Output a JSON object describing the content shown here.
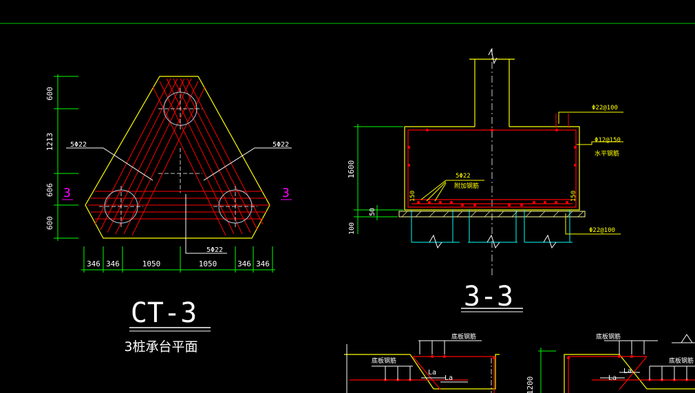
{
  "plan": {
    "dims_vertical": [
      "600",
      "1213",
      "606",
      "600"
    ],
    "dims_horizontal": [
      "346",
      "346",
      "1050",
      "1050",
      "346",
      "346"
    ],
    "rebar_left": "5Φ22",
    "rebar_right": "5Φ22",
    "rebar_bottom": "5Φ22",
    "section_mark": "3",
    "title": "CT-3",
    "subtitle": "3桩承台平面"
  },
  "section": {
    "dim_height": "1600",
    "dim_50": "50",
    "dim_100": "100",
    "dim_150_left": "150",
    "dim_150_right": "150",
    "rebar_top": "Φ22@100",
    "rebar_side": "Φ12@150",
    "rebar_side_note": "水平钢筋",
    "rebar_mid": "5Φ22",
    "rebar_mid_note": "附加钢筋",
    "rebar_bottom": "Φ22@100",
    "title": "3-3"
  },
  "bottom_details": {
    "label_a1": "底板钢筋",
    "label_a2": "底板钢筋",
    "la_1": "La",
    "la_2": "La",
    "label_b1": "底板钢筋",
    "label_b2": "底板钢筋",
    "la_3": "La",
    "la_4": "La",
    "dim_1200": "1200"
  },
  "colors": {
    "outline": "#ffff00",
    "rebar": "#ff0000",
    "pile": "#00ffff",
    "dimension": "#00ff00",
    "text": "#ffffff",
    "mark": "#ff00ff",
    "hatch": "#ffff99"
  }
}
